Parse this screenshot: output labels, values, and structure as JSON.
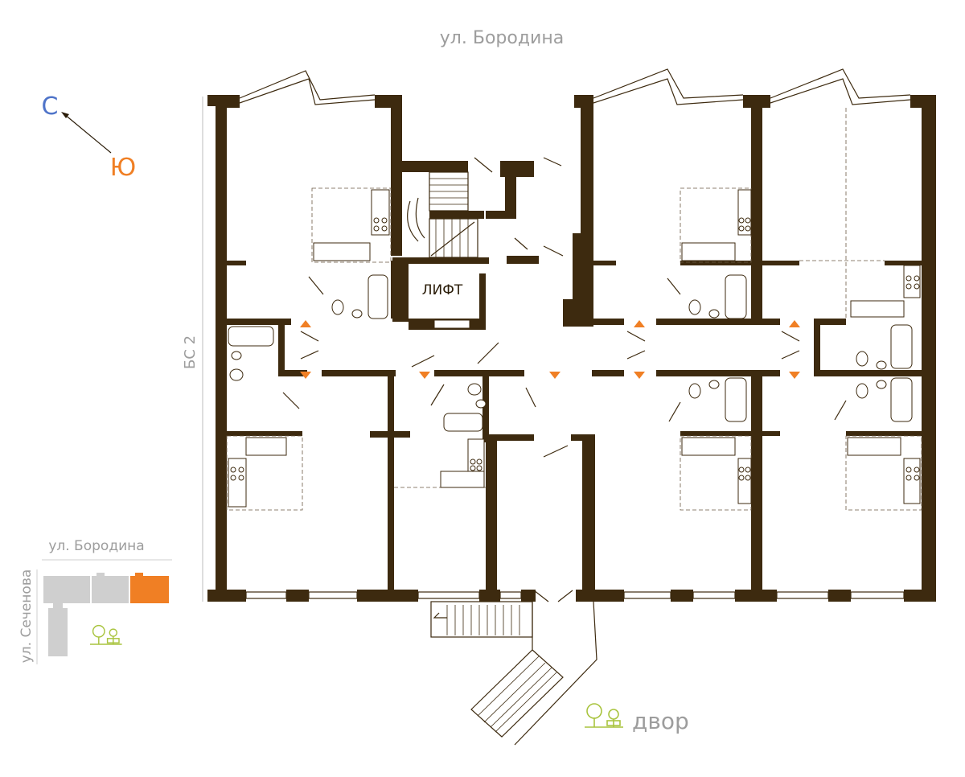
{
  "street_top": "ул. Бородина",
  "side_label": "БС 2",
  "lift_label": "ЛИФТ",
  "yard_label": "двор",
  "compass": {
    "north": "С",
    "south": "Ю",
    "north_color": "#4f74c9",
    "south_color": "#f07f24"
  },
  "minimap": {
    "street_top": "ул. Бородина",
    "street_side": "ул. Сеченова",
    "highlight_color": "#f07f24"
  },
  "colors": {
    "wall": "#3d2a0f",
    "accent": "#f07f24",
    "label": "#9d9d9d",
    "yard_icon": "#a9c43f"
  },
  "icons": [
    "compass-arrow-icon",
    "yard-tree-icon",
    "entrance-arrow-icon"
  ]
}
